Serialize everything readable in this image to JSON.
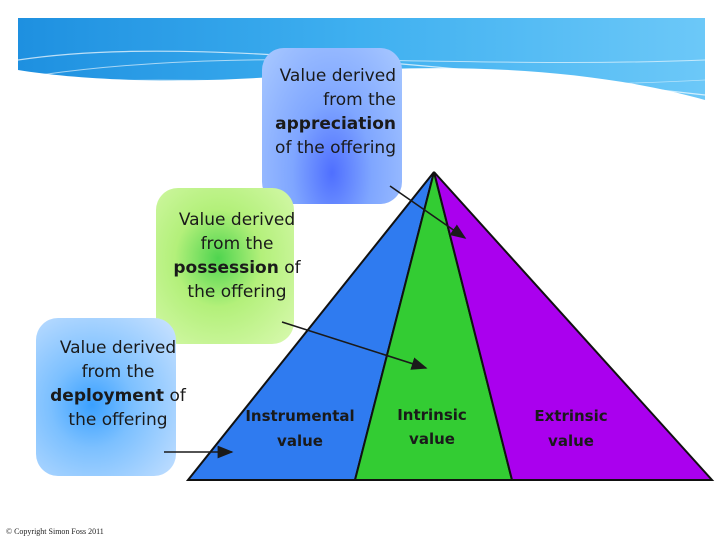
{
  "cards": {
    "appreciation": {
      "line1": "Value derived",
      "line2": "from the",
      "keyword": "appreciation",
      "line4": "of the offering"
    },
    "possession": {
      "line1": "Value derived",
      "line2": "from the",
      "keyword": "possession",
      "suffix": " of",
      "line4": "the offering"
    },
    "deployment": {
      "line1": "Value derived",
      "line2": "from the",
      "keyword": "deployment",
      "suffix": " of",
      "line4": "the offering"
    }
  },
  "pyramid": {
    "segments": [
      {
        "line1": "Instrumental",
        "line2": "value",
        "color": "#2f7bf0"
      },
      {
        "line1": "Intrinsic",
        "line2": "value",
        "color": "#33cc33"
      },
      {
        "line1": "Extrinsic",
        "line2": "value",
        "color": "#aa00ee"
      }
    ]
  },
  "copyright": "© Copyright Simon Foss 2011"
}
